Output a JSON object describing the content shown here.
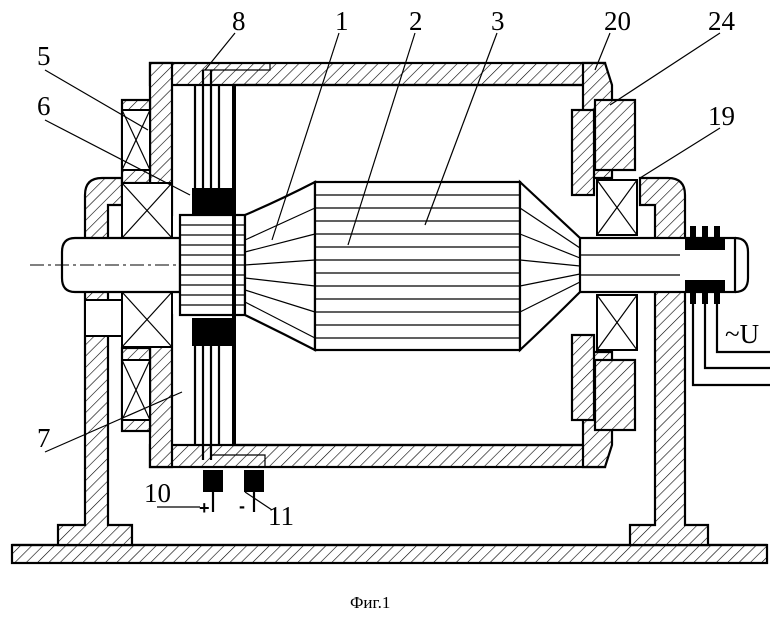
{
  "caption": "Фиг.1",
  "labels": {
    "l1": "1",
    "l2": "2",
    "l3": "3",
    "l5": "5",
    "l6": "6",
    "l7": "7",
    "l8": "8",
    "l10": "10",
    "l11": "11",
    "l19": "19",
    "l20": "20",
    "l24": "24"
  },
  "voltage_label": "~U",
  "polarity": {
    "plus": "+",
    "minus": "-"
  }
}
